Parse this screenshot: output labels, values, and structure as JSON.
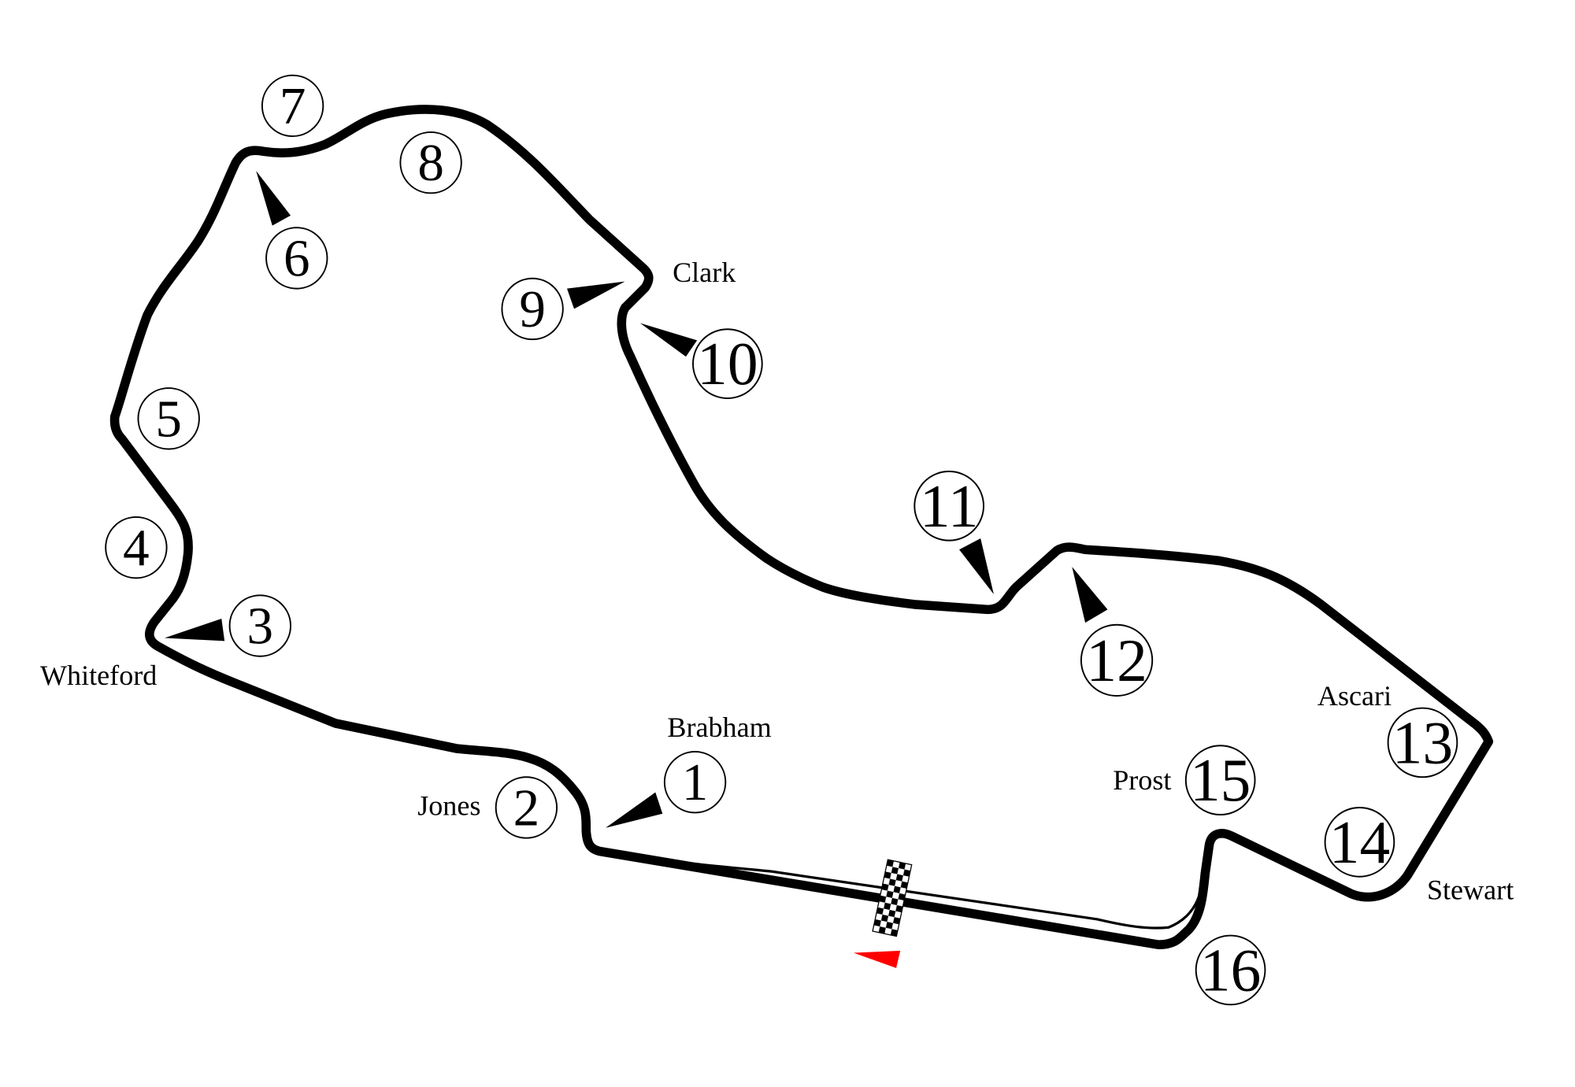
{
  "diagram": {
    "type": "race-circuit-map",
    "track_color": "#000000",
    "start_marker_color": "#ff0000",
    "turns": [
      "1",
      "2",
      "3",
      "4",
      "5",
      "6",
      "7",
      "8",
      "9",
      "10",
      "11",
      "12",
      "13",
      "14",
      "15",
      "16"
    ],
    "corner_names": {
      "brabham": "Brabham",
      "jones": "Jones",
      "whiteford": "Whiteford",
      "clark": "Clark",
      "ascari": "Ascari",
      "prost": "Prost",
      "stewart": "Stewart"
    }
  }
}
